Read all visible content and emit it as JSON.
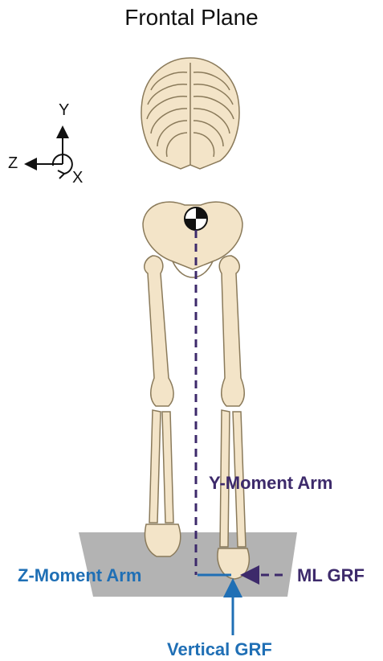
{
  "title": "Frontal Plane",
  "axes": {
    "y": "Y",
    "z": "Z",
    "x": "X"
  },
  "labels": {
    "y_moment_arm": "Y-Moment Arm",
    "z_moment_arm": "Z-Moment Arm",
    "ml_grf": "ML GRF",
    "vertical_grf": "Vertical GRF"
  },
  "colors": {
    "bone": "#f3e4c8",
    "bone_outline": "#8a7a5a",
    "dark_label": "#3d2a6b",
    "blue_label": "#1f6fb5",
    "force_plate": "#b3b3b3"
  },
  "icons": [
    "center-of-mass-icon",
    "coordinate-axes-icon"
  ]
}
